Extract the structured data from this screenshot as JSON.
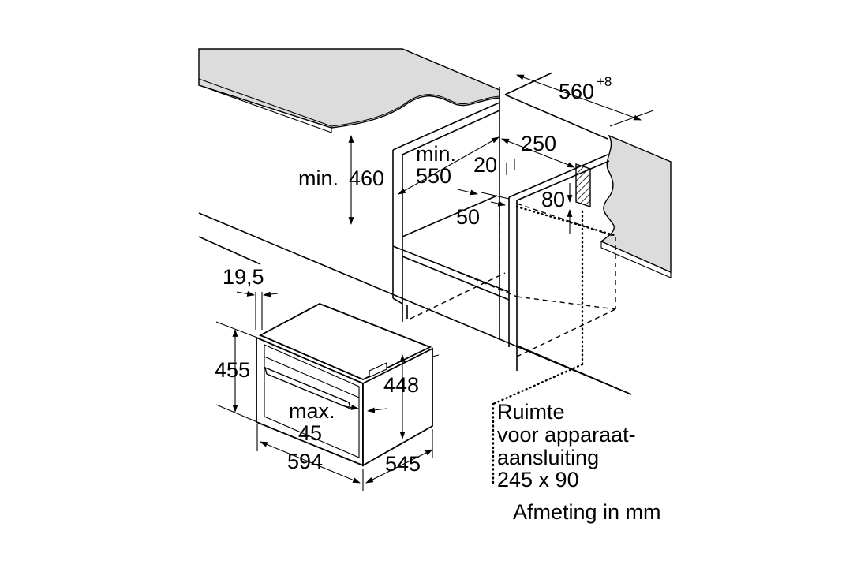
{
  "dimensions": {
    "cabinet_width": "560",
    "cabinet_width_tolerance": "+8",
    "min_height_prefix": "min.",
    "min_height_value": "460",
    "min_depth_prefix": "min.",
    "min_depth_value": "550",
    "rear_offset": "250",
    "rear_gap": "20",
    "vent_height": "80",
    "base_gap": "50",
    "front_overhang": "19,5",
    "oven_front_height": "455",
    "oven_body_height": "448",
    "handle_prefix": "max.",
    "handle_depth": "45",
    "oven_width": "594",
    "oven_depth": "545"
  },
  "note": {
    "line1": "Ruimte",
    "line2": "voor apparaat-",
    "line3": "aansluiting",
    "line4": "245 x 90"
  },
  "units_caption": "Afmeting in mm"
}
